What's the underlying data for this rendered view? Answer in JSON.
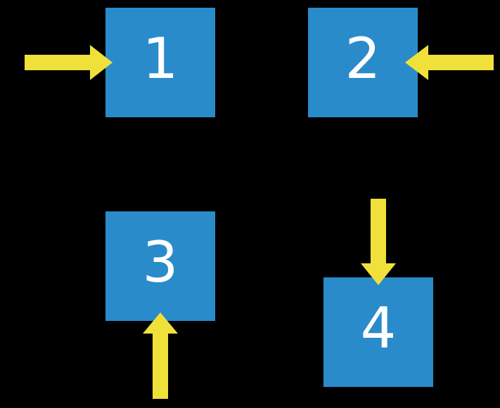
{
  "colors": {
    "background": "#000000",
    "square": "#2A8BCB",
    "arrow": "#F0E13A",
    "label": "#FFFFFF"
  },
  "squares": [
    {
      "label": "1",
      "arrow_icon": "arrow-right-icon",
      "arrow_side": "left"
    },
    {
      "label": "2",
      "arrow_icon": "arrow-left-icon",
      "arrow_side": "right"
    },
    {
      "label": "3",
      "arrow_icon": "arrow-up-icon",
      "arrow_side": "bottom"
    },
    {
      "label": "4",
      "arrow_icon": "arrow-down-icon",
      "arrow_side": "top"
    }
  ]
}
